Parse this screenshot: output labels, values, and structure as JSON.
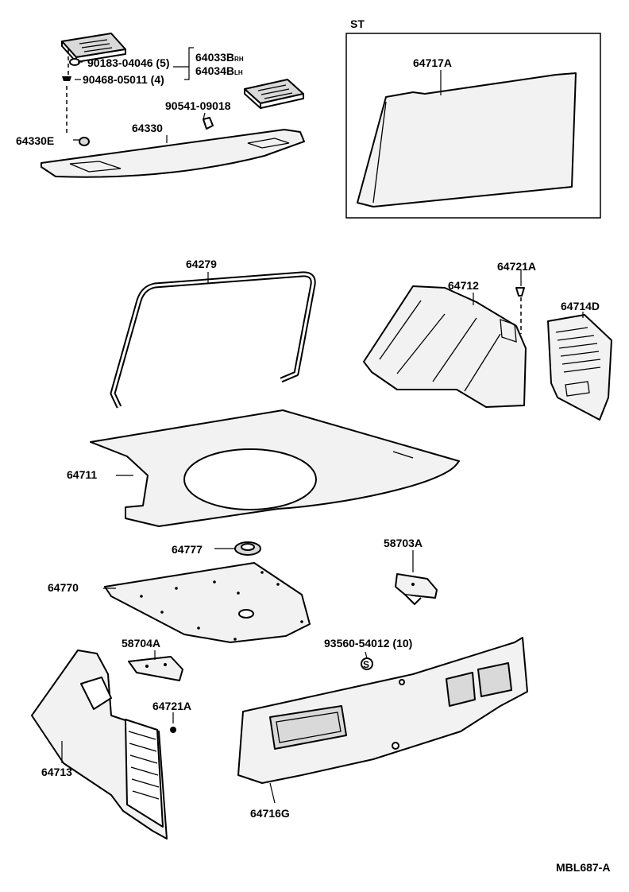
{
  "diagram": {
    "code": "MBL687-A",
    "box_label": "ST",
    "labels": {
      "p64033B": "64033B",
      "p64033B_side": "RH",
      "p64034B": "64034B",
      "p64034B_side": "LH",
      "p90183": "90183-04046",
      "p90183_qty": "(5)",
      "p90468": "90468-05011",
      "p90468_qty": "(4)",
      "p90541": "90541-09018",
      "p64330E": "64330E",
      "p64330": "64330",
      "p64717A": "64717A",
      "p64279": "64279",
      "p64721A_top": "64721A",
      "p64712": "64712",
      "p64714D": "64714D",
      "p64711": "64711",
      "p64777": "64777",
      "p58703A": "58703A",
      "p64770": "64770",
      "p58704A": "58704A",
      "p93560": "93560-54012 (10)",
      "p64721A_bottom": "64721A",
      "p64713": "64713",
      "p64716G": "64716G"
    }
  }
}
